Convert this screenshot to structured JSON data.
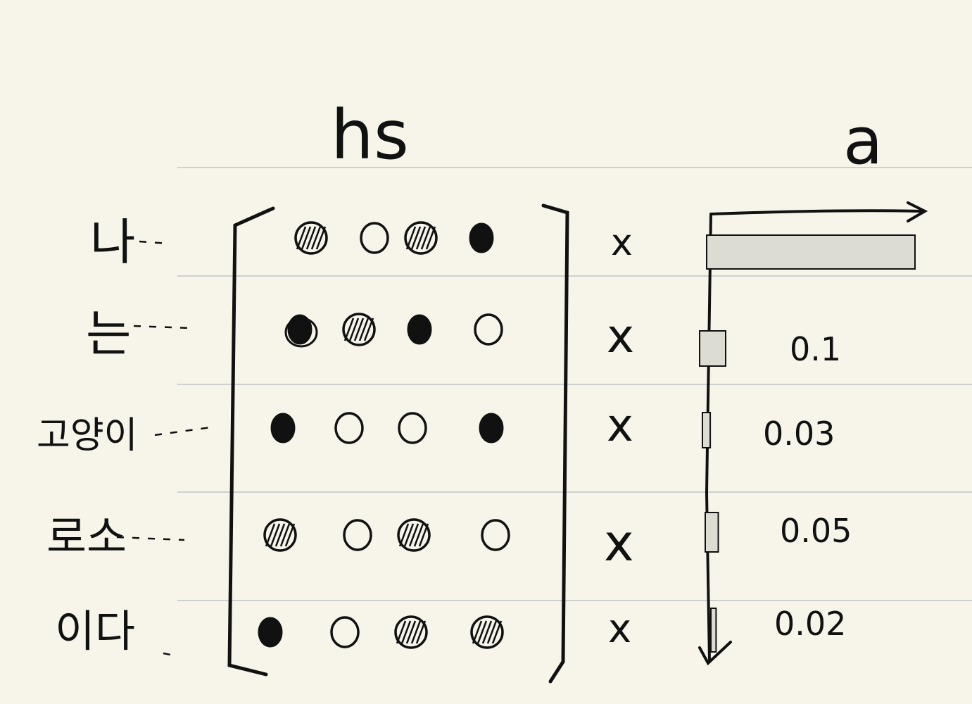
{
  "header": {
    "hs_label": "hs",
    "alpha_label": "a"
  },
  "rows": [
    {
      "token": "나",
      "dots": [
        "hatched",
        "empty",
        "hatched",
        "filled"
      ],
      "op": "x"
    },
    {
      "token": "는",
      "dots": [
        "filled-scribble",
        "hatched",
        "filled",
        "empty"
      ],
      "op": "x"
    },
    {
      "token": "고양이",
      "dots": [
        "filled",
        "empty",
        "empty",
        "filled"
      ],
      "op": "x"
    },
    {
      "token": "로소",
      "dots": [
        "hatched",
        "empty",
        "hatched",
        "empty"
      ],
      "op": "x"
    },
    {
      "token": "이다",
      "dots": [
        "filled",
        "empty",
        "hatched",
        "hatched"
      ],
      "op": "x"
    }
  ],
  "chart_data": {
    "type": "bar",
    "orientation": "horizontal",
    "title": "a",
    "categories": [
      "나",
      "는",
      "고양이",
      "로소",
      "이다"
    ],
    "values": [
      0.8,
      0.1,
      0.03,
      0.05,
      0.02
    ],
    "value_labels": [
      "",
      "0.1",
      "0.03",
      "0.05",
      "0.02"
    ]
  },
  "colors": {
    "background": "#f7f5ea",
    "rule_line": "#cfcfcf",
    "ink": "#111111",
    "bar_fill": "#dcdcd2"
  }
}
